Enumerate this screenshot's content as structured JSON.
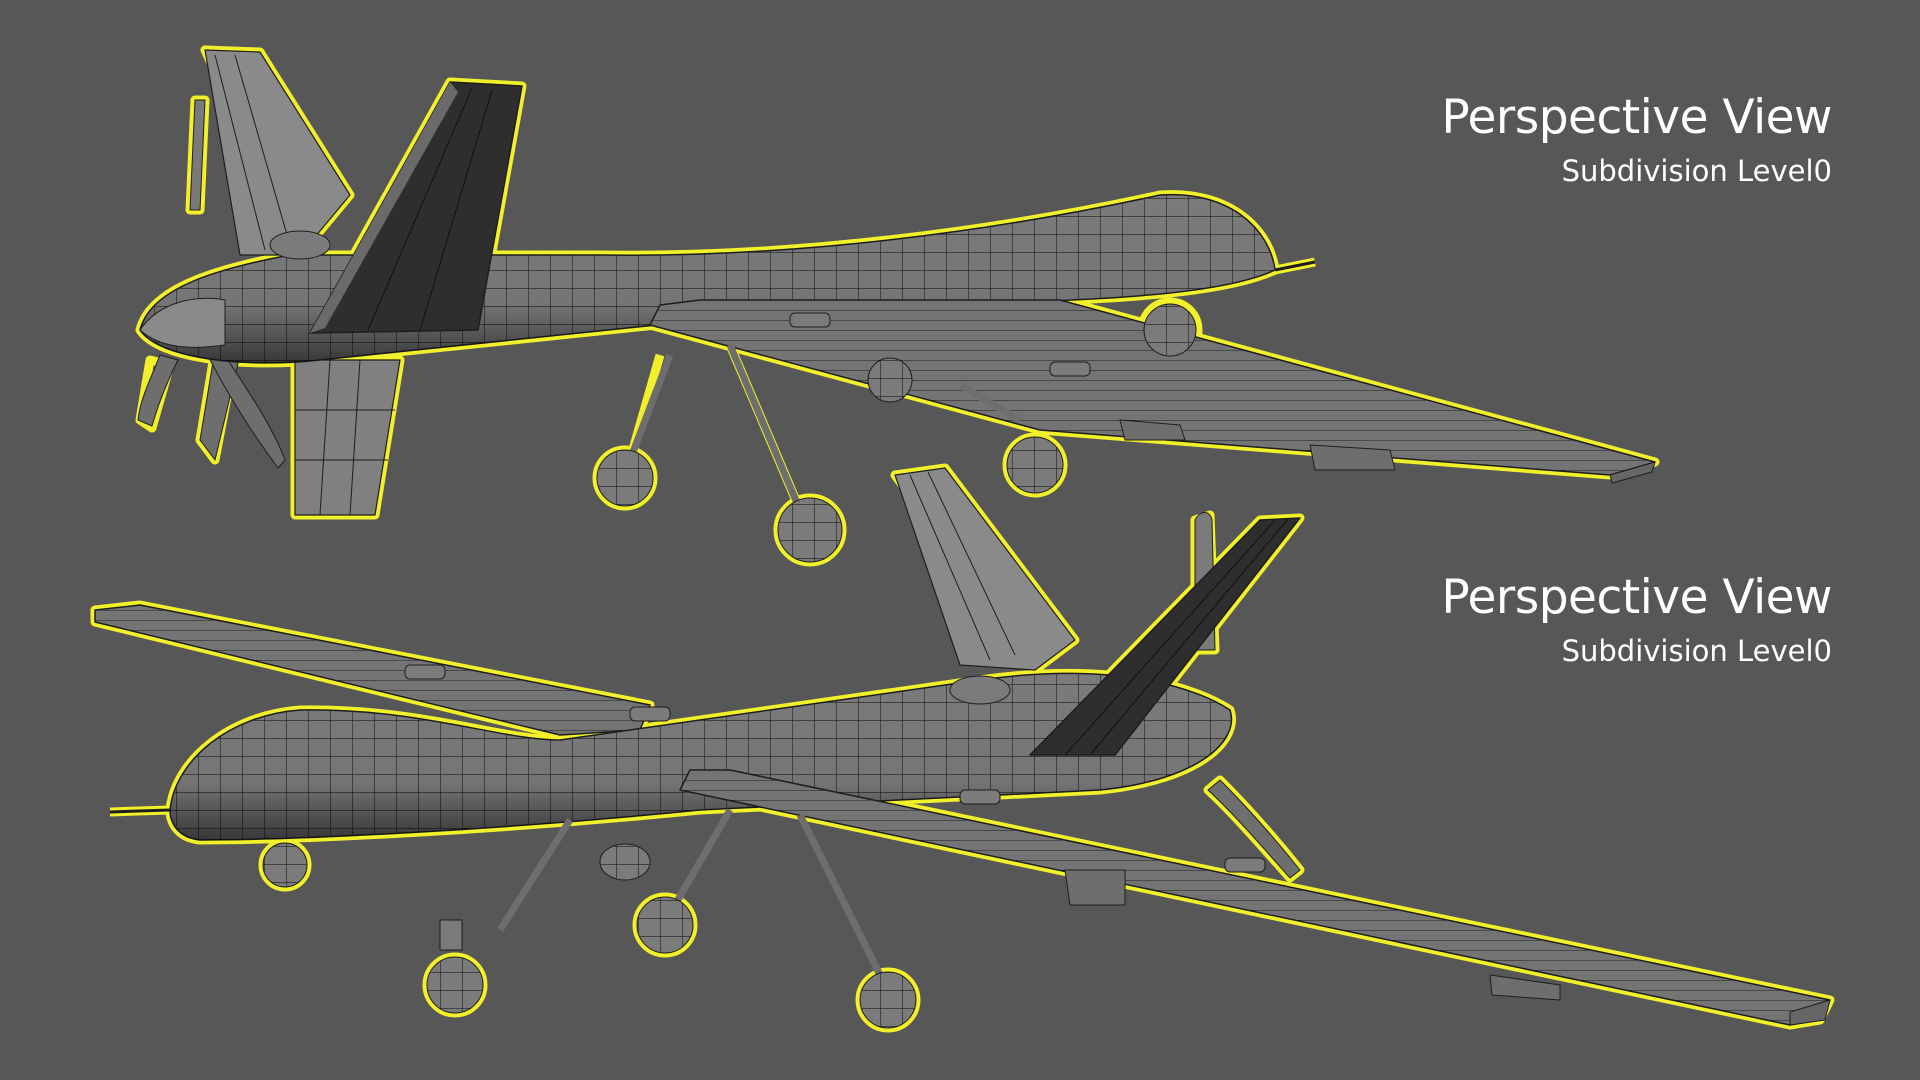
{
  "scene": {
    "background_color": "#575757",
    "selection_outline_color": "#f2f02a",
    "mesh_fill_color": "#7a7a7a",
    "mesh_dark_color": "#2f2f2f",
    "wireframe_color": "#1a1a1a",
    "subject": "drone-3d-model-wireframe"
  },
  "views": [
    {
      "title": "Perspective View",
      "subtitle": "Subdivision Level0"
    },
    {
      "title": "Perspective View",
      "subtitle": "Subdivision Level0"
    }
  ]
}
